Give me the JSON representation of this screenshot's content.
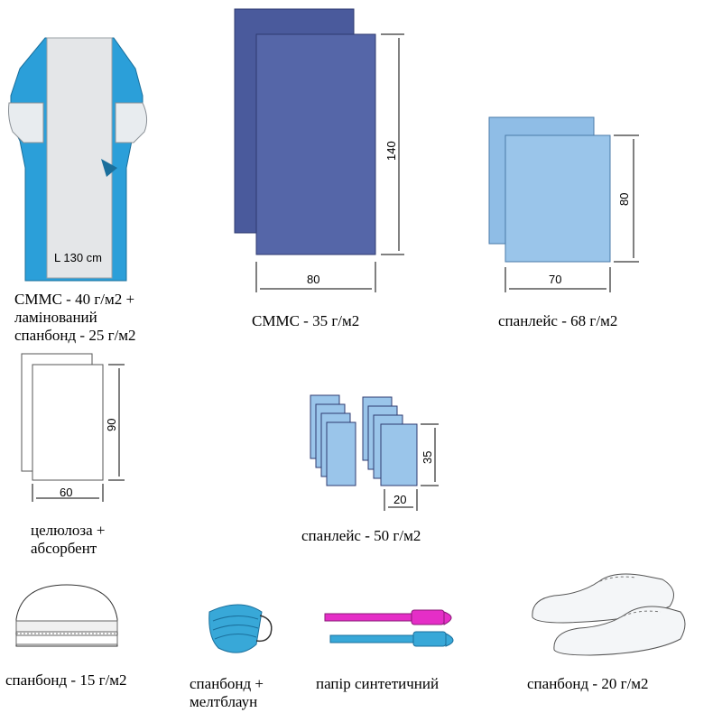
{
  "items": [
    {
      "caption_lines": [
        "СММС - 40 г/м2 +",
        "ламінований",
        "спанбонд - 25 г/м2"
      ],
      "label": "L 130 cm"
    },
    {
      "caption_lines": [
        "СММС - 35 г/м2"
      ],
      "width": "80",
      "height": "140"
    },
    {
      "caption_lines": [
        "спанлейс - 68 г/м2"
      ],
      "width": "70",
      "height": "80"
    },
    {
      "caption_lines": [
        "целюлоза +",
        "абсорбент"
      ],
      "width": "60",
      "height": "90"
    },
    {
      "caption_lines": [
        "спанлейс - 50 г/м2"
      ],
      "width": "20",
      "height": "35"
    },
    {
      "caption_lines": [
        "спанбонд - 15 г/м2"
      ]
    },
    {
      "caption_lines": [
        "спанбонд +",
        "мелтблаун"
      ]
    },
    {
      "caption_lines": [
        "папір синтетичний"
      ]
    },
    {
      "caption_lines": [
        "спанбонд - 20 г/м2"
      ]
    }
  ],
  "colors": {
    "gown_blue": "#2b9fd9",
    "gown_panel": "#e4e6e8",
    "drape_dark": "#5566a8",
    "drape_light": "#8fbde6",
    "bracelet_pink": "#e52ec7",
    "bracelet_cyan": "#38a8d8"
  }
}
